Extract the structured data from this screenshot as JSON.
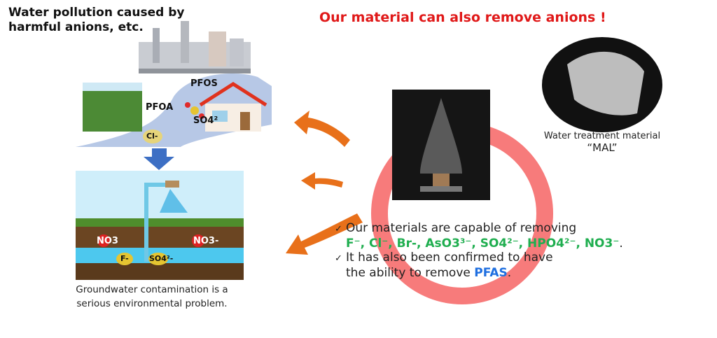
{
  "title": [
    "Water pollution caused by",
    "harmful anions, etc."
  ],
  "headline": "Our material can also remove anions !",
  "scene_labels": {
    "pfos": "PFOS",
    "pfoa": "PFOA",
    "so4": "SO4²",
    "cl": "Cl-",
    "no3_a": "NO3",
    "no3_b": "NO3-",
    "f": "F-",
    "so4_b": "SO4²-"
  },
  "caption": [
    "Groundwater contamination is a",
    "serious environmental problem."
  ],
  "material": {
    "caption": "Water treatment material",
    "name": "“MAL”"
  },
  "points": {
    "line1": "Our materials are capable of removing",
    "anions": "F⁻, Cl⁻, Br-, AsO3³⁻, SO4²⁻, HPO4²⁻,  NO3⁻",
    "period1": ".",
    "line2": "It has also been confirmed to have",
    "line3_pre": "the ability to remove ",
    "pfas": "PFAS",
    "period2": "."
  },
  "colors": {
    "headline": "#e01818",
    "ring": "#f77b7b",
    "arrow": "#e8701a",
    "anions": "#1fae4f",
    "pfas": "#1f6fe0"
  }
}
